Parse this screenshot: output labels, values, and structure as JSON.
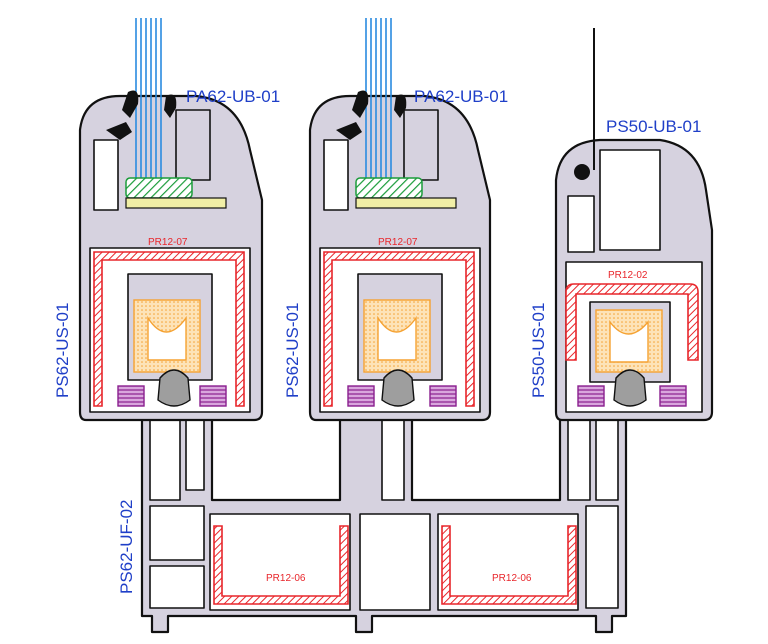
{
  "labels": {
    "pa62_left": "PA62-UB-01",
    "pa62_mid": "PA62-UB-01",
    "ps50_ub": "PS50-UB-01",
    "ps62_us_left": "PS62-US-01",
    "ps62_us_mid": "PS62-US-01",
    "ps50_us": "PS50-US-01",
    "ps62_uf": "PS62-UF-02",
    "pr12_07_left": "PR12-07",
    "pr12_07_mid": "PR12-07",
    "pr12_02": "PR12-02",
    "pr12_06_left": "PR12-06",
    "pr12_06_right": "PR12-06"
  },
  "colors": {
    "label_blue": "#1f3fc8",
    "steel_red": "#e8262b",
    "pvc_fill": "#d6d2df",
    "glass_blue": "#2a8be0",
    "spacer_green": "#1a9c3a",
    "pad_yellow": "#f1efa6",
    "roller_orange": "#f5a232",
    "brush_purple": "#8a1f8f",
    "track_grey": "#9e9e9e"
  }
}
